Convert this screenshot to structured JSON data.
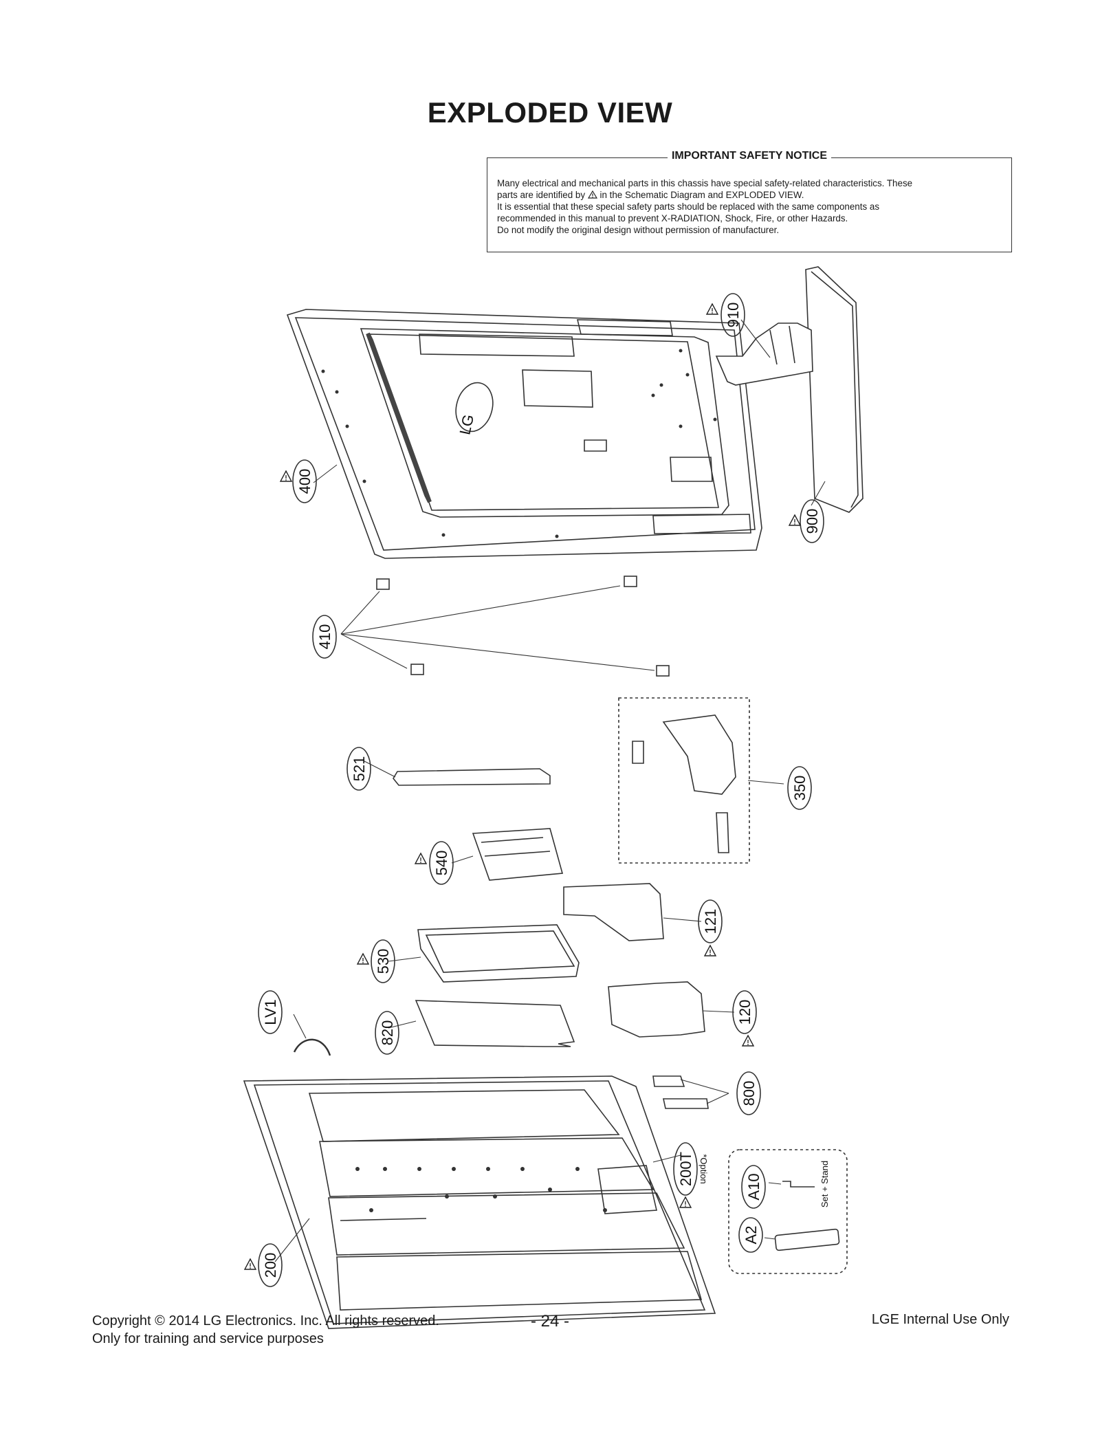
{
  "page_title": "EXPLODED VIEW",
  "safety_notice": {
    "heading": "IMPORTANT SAFETY NOTICE",
    "line1": "Many electrical and mechanical parts in this chassis have special safety-related characteristics. These",
    "line2_pre": "parts are identified by",
    "line2_post": "in the Schematic Diagram and EXPLODED VIEW.",
    "line3": "It is essential that these special safety parts should be replaced with the same components as",
    "line4": "recommended in this manual to prevent X-RADIATION, Shock, Fire, or other Hazards.",
    "line5": "Do not modify the original design without permission of manufacturer."
  },
  "callouts": {
    "c910": "910",
    "c400": "400",
    "c900": "900",
    "c410": "410",
    "c521": "521",
    "c350": "350",
    "c540": "540",
    "c121": "121",
    "c530": "530",
    "c820": "820",
    "cLV1": "LV1",
    "c120": "120",
    "c800": "800",
    "c200T": "200T",
    "option_note": "*Option",
    "cA10": "A10",
    "cA2": "A2",
    "set_stand_note": "Set + Stand",
    "c200": "200"
  },
  "logo_text": "LG",
  "footer": {
    "copyright": "Copyright  © 2014 LG Electronics. Inc. All rights reserved.",
    "training": "Only for training and service purposes",
    "page_number": "- 24 -",
    "internal": "LGE Internal Use Only"
  }
}
